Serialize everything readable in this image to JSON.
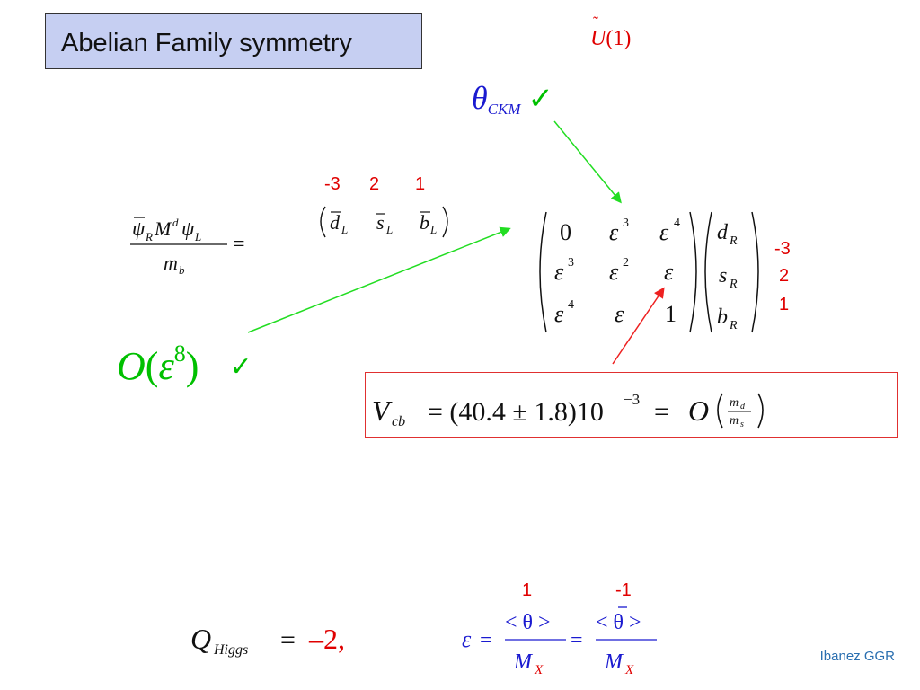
{
  "title": "Abelian Family symmetry",
  "u_label": "Ũ(1)",
  "theta_ckm": {
    "symbol": "θ",
    "subscript": "CKM",
    "check": "✓"
  },
  "lhs": {
    "numerator": "ψ̄_R M^d ψ_L",
    "denominator": "m_b",
    "equals": "="
  },
  "row_charges": [
    "-3",
    "2",
    "1"
  ],
  "row_vector": [
    "d̄_L",
    "s̄_L",
    "b̄_L"
  ],
  "matrix": [
    [
      "0",
      "ε³",
      "ε⁴"
    ],
    [
      "ε³",
      "ε²",
      "ε"
    ],
    [
      "ε⁴",
      "ε",
      "1"
    ]
  ],
  "column_vector": [
    "d_R",
    "s_R",
    "b_R"
  ],
  "column_charges": [
    "-3",
    "2",
    "1"
  ],
  "order_term": {
    "text": "O(ε⁸)",
    "check": "✓"
  },
  "vcb": {
    "lhs": "V_cb",
    "value": "= (40.4 ± 1.8)10⁻³ = O(m_d / m_s)"
  },
  "higgs": {
    "lhs": "Q_Higgs",
    "equals": "=",
    "value": "–2,"
  },
  "epsilon": {
    "charge_left": "1",
    "charge_right": "-1",
    "formula": "ε = <θ>/M_X = <θ̄>/M_X"
  },
  "credit": "Ibanez GGR",
  "colors": {
    "red": "#e00000",
    "green": "#00c000",
    "blue": "#1a1ad0",
    "arrow_green": "#22dd22",
    "arrow_red": "#ee2020"
  }
}
